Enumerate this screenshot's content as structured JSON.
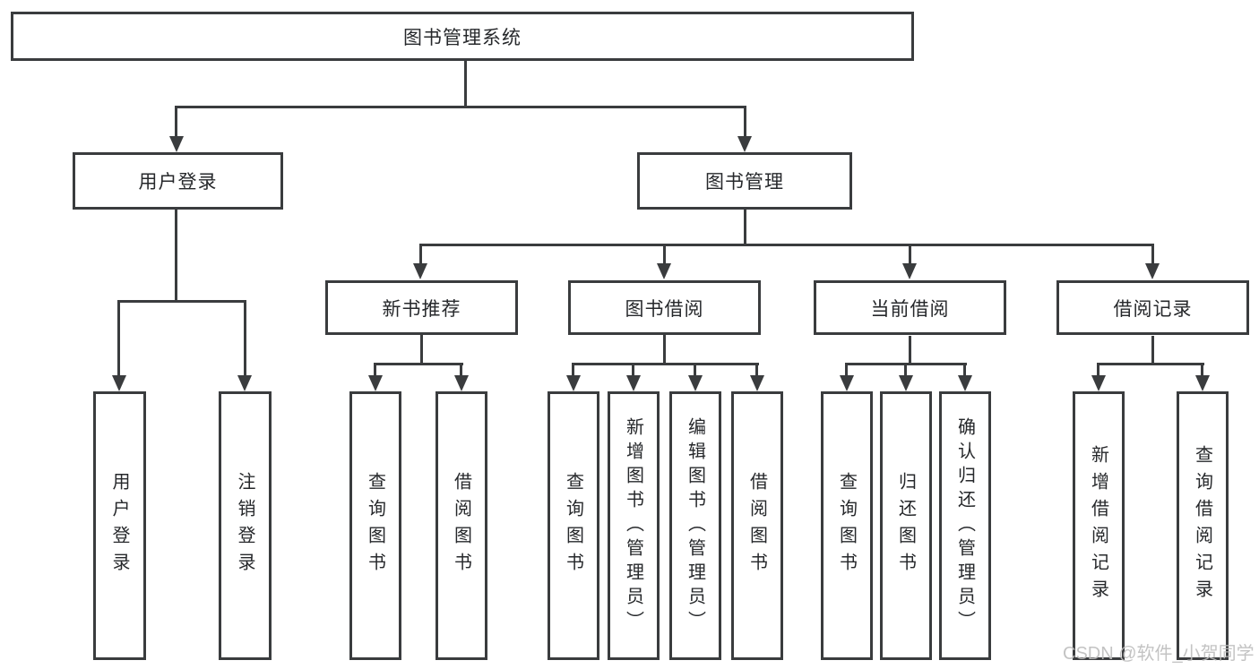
{
  "colors": {
    "line": "#3a3c3e",
    "text": "#26282b",
    "watermark": "#bdbdbd",
    "bg": "#ffffff"
  },
  "watermark": {
    "text": "CSDN @软件_小贺同学"
  },
  "tree": {
    "label": "图书管理系统",
    "children": [
      {
        "label": "用户登录",
        "children": [
          {
            "label": "用户登录"
          },
          {
            "label": "注销登录"
          }
        ]
      },
      {
        "label": "图书管理",
        "children": [
          {
            "label": "新书推荐",
            "children": [
              {
                "label": "查询图书"
              },
              {
                "label": "借阅图书"
              }
            ]
          },
          {
            "label": "图书借阅",
            "children": [
              {
                "label": "查询图书"
              },
              {
                "label": "新增图书（管理员）"
              },
              {
                "label": "编辑图书（管理员）"
              },
              {
                "label": "借阅图书"
              }
            ]
          },
          {
            "label": "当前借阅",
            "children": [
              {
                "label": "查询图书"
              },
              {
                "label": "归还图书"
              },
              {
                "label": "确认归还（管理员）"
              }
            ]
          },
          {
            "label": "借阅记录",
            "children": [
              {
                "label": "新增借阅记录"
              },
              {
                "label": "查询借阅记录"
              }
            ]
          }
        ]
      }
    ]
  }
}
